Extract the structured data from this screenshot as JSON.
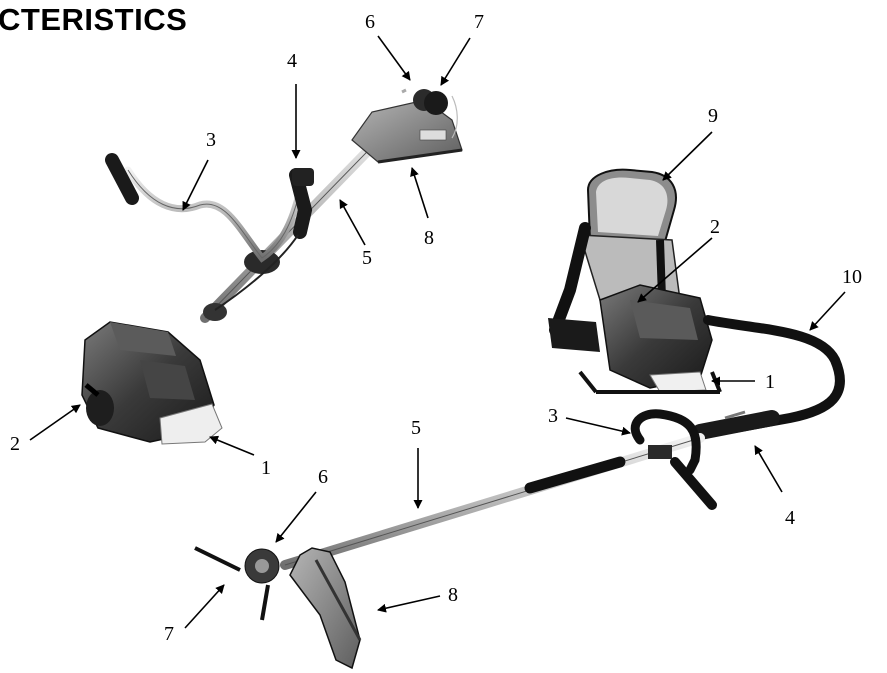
{
  "page": {
    "heading": "CTERISTICS"
  },
  "figure": {
    "illustrations": [
      {
        "icon": "brushcutter-illustration"
      },
      {
        "icon": "backpack-brushcutter-illustration"
      }
    ],
    "callouts_upper_left": [
      "1",
      "2",
      "3",
      "4",
      "5",
      "6",
      "7",
      "8"
    ],
    "callouts_right": [
      "1",
      "2",
      "3",
      "4",
      "5",
      "6",
      "7",
      "8",
      "9",
      "10"
    ]
  }
}
